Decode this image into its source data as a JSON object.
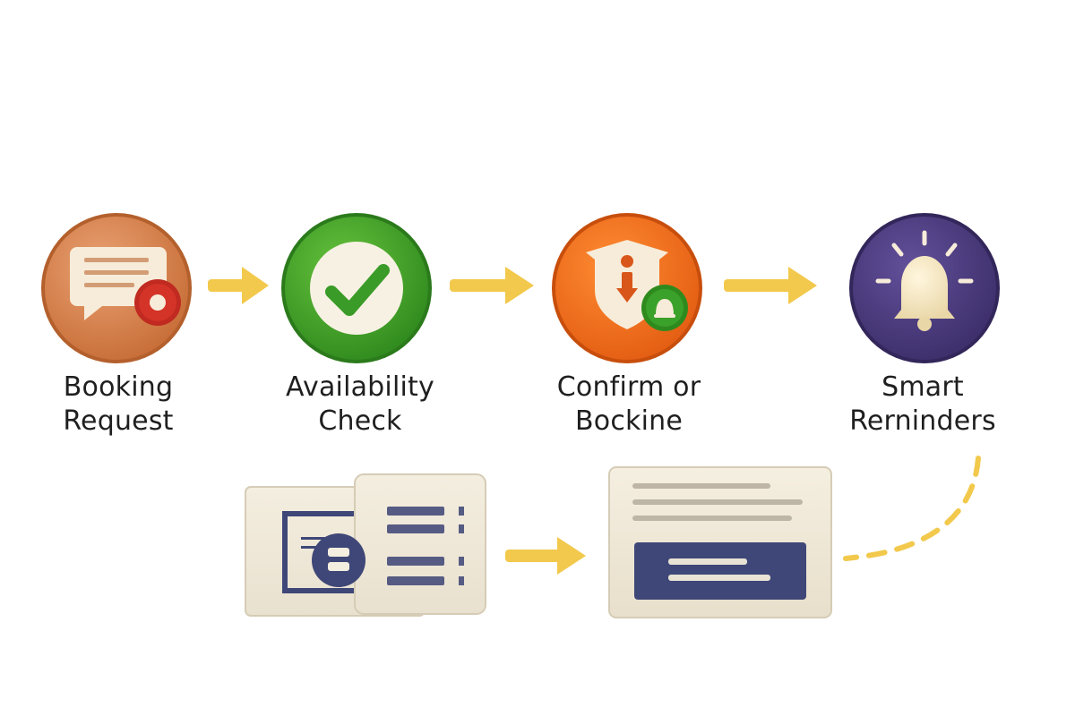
{
  "steps": [
    {
      "line1": "Booking",
      "line2": "Request",
      "icon": "message-icon",
      "color": "#d9834a"
    },
    {
      "line1": "Availability",
      "line2": "Check",
      "icon": "checkmark-icon",
      "color": "#3f9a2a"
    },
    {
      "line1": "Confirm or",
      "line2": "Bockine",
      "icon": "shield-info-icon",
      "color": "#ee6f1c"
    },
    {
      "line1": "Smart",
      "line2": "Rerninders",
      "icon": "bell-icon",
      "color": "#4f3f7d"
    }
  ],
  "colors": {
    "arrow": "#f2c94c",
    "card": "#efe8d8",
    "navy": "#3e4777"
  }
}
